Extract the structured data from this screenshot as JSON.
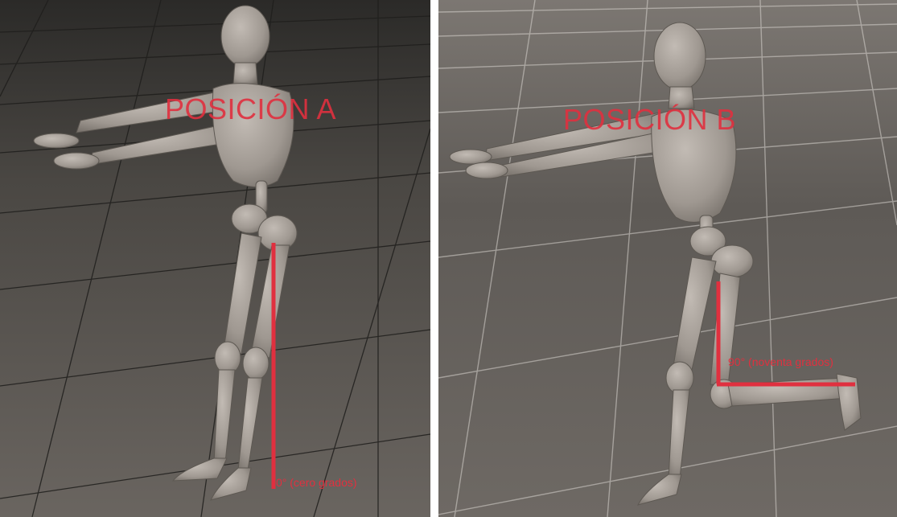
{
  "panel_a": {
    "position_label": "POSICIÓN A",
    "angle_label": "0° (cero grados)"
  },
  "panel_b": {
    "position_label": "POSICIÓN B",
    "angle_label": "90° (noventa grados)"
  },
  "colors": {
    "annotation": "#e0303f",
    "floor": "#5b5854",
    "figure": "#a29c96",
    "separator": "#ffffff"
  }
}
